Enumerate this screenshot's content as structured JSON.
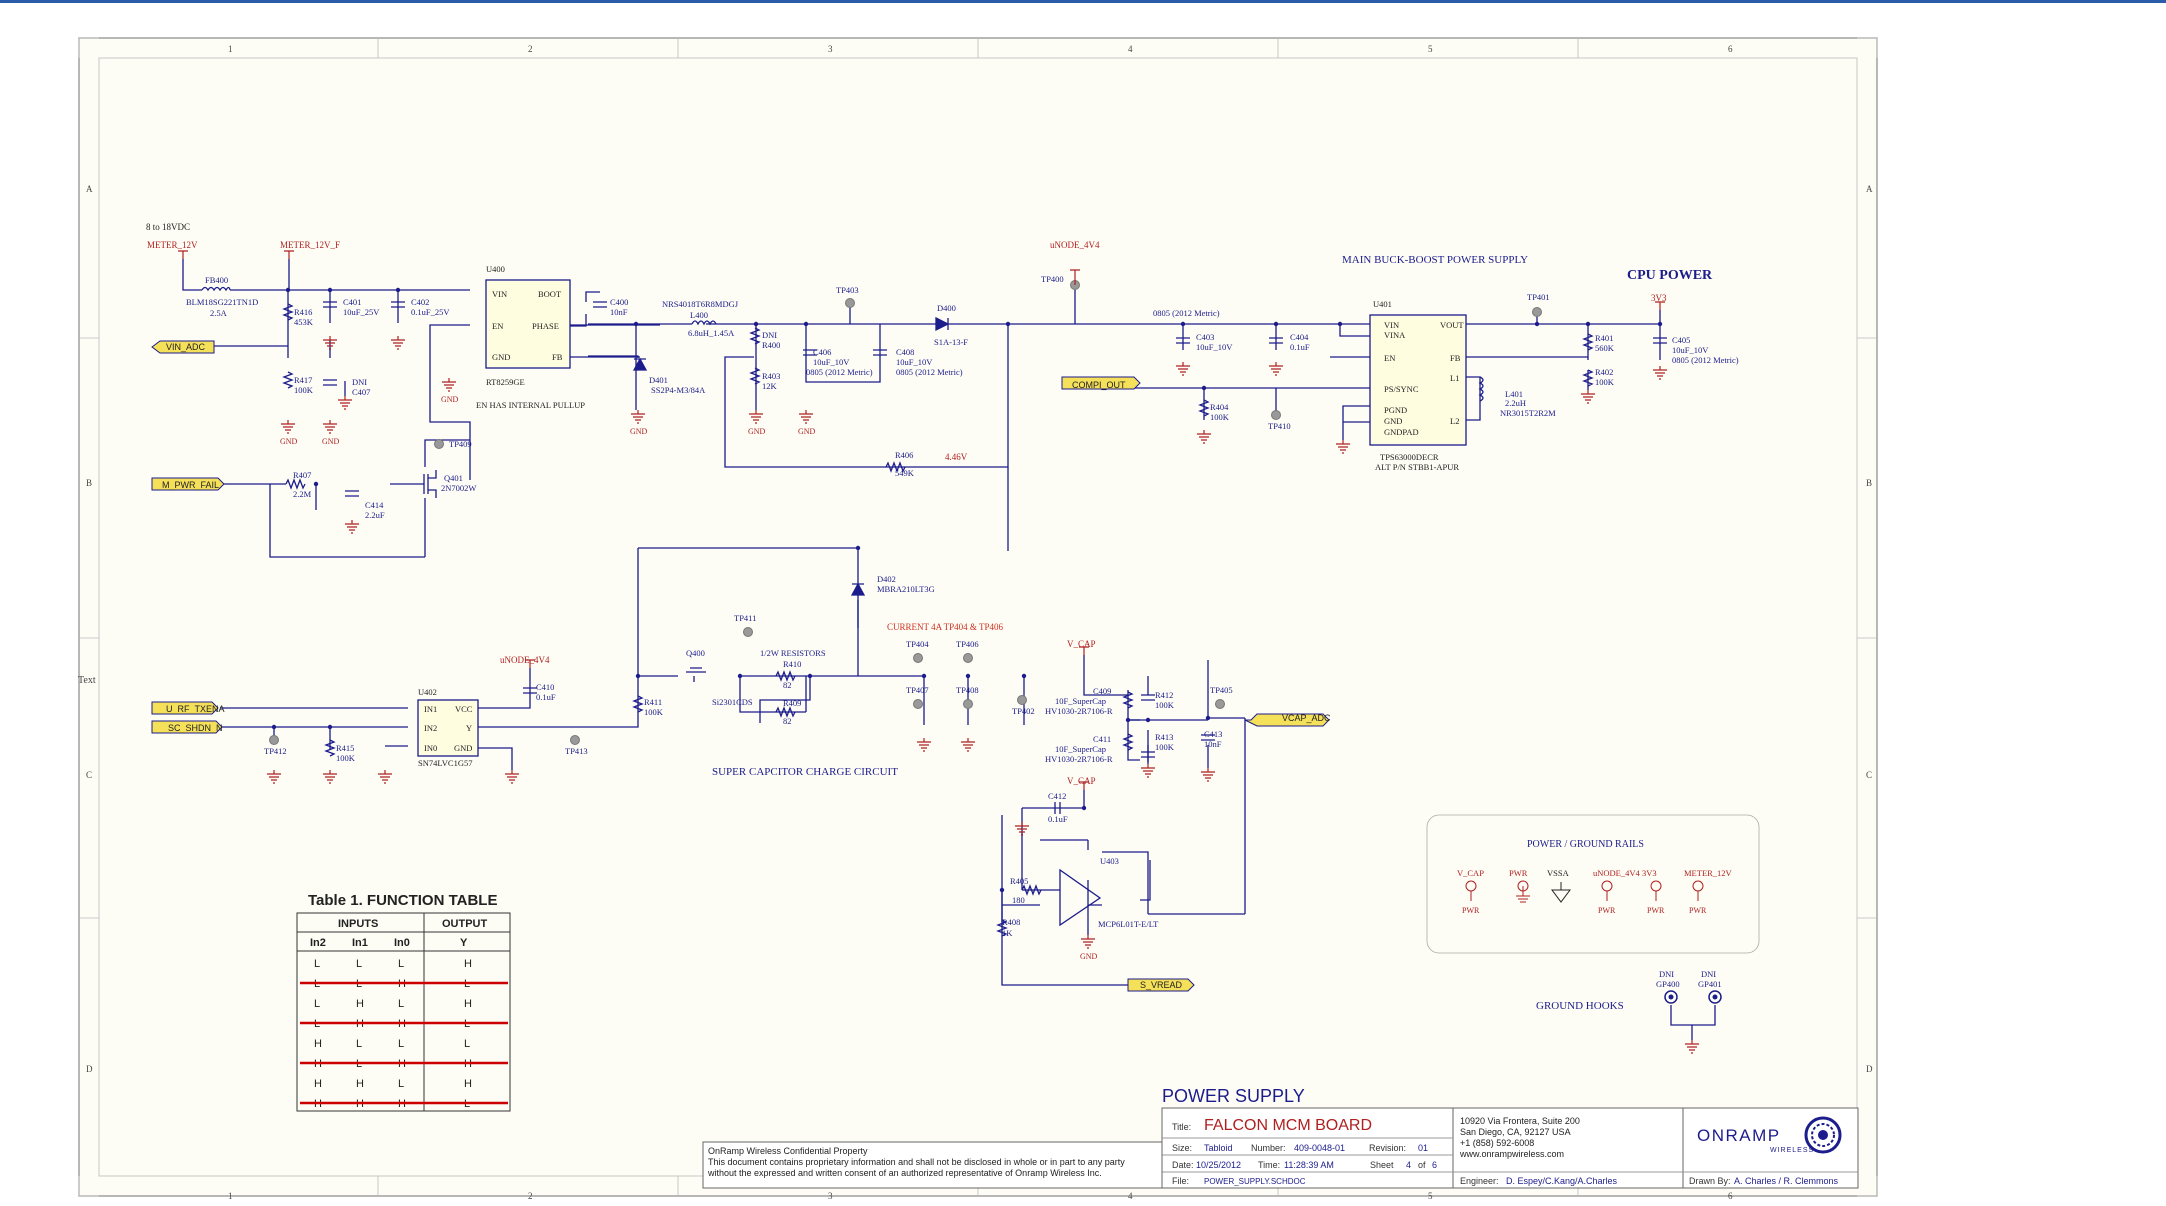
{
  "border": {
    "cols": [
      "1",
      "2",
      "3",
      "4",
      "5",
      "6"
    ],
    "rows": [
      "A",
      "B",
      "C",
      "D"
    ],
    "side_note": "Text"
  },
  "nets": {
    "meter_12v": "METER_12V",
    "meter_12v_f": "METER_12V_F",
    "vin_range": "8 to 18VDC",
    "vin_adc": "VIN_ADC",
    "m_pwr_fail": "M_PWR_FAIL",
    "unode_4v4": "uNODE_4V4",
    "compi_out": "COMPI_OUT",
    "u_rf_txena": "U_RF_TXENA",
    "sc_shdn_n": "SC_SHDN_N",
    "v_cap": "V_CAP",
    "vcap_adc": "VCAP_ADC",
    "s_vread": "S_VREAD",
    "v_3v3": "3V3",
    "gnd": "GND",
    "v446": "4.46V"
  },
  "labels": {
    "main_buck_boost": "MAIN BUCK-BOOST POWER SUPPLY",
    "cpu_power": "CPU POWER",
    "en_note": "EN HAS INTERNAL PULLUP",
    "super_cap": "SUPER CAPCITOR CHARGE CIRCUIT",
    "current_note": "CURRENT 4A TP404 & TP406",
    "half_w": "1/2W RESISTORS",
    "ground_hooks": "GROUND HOOKS",
    "rails_title": "POWER / GROUND RAILS",
    "alt_pn": "ALT P/N STBB1-APUR"
  },
  "components": {
    "fb400": [
      "FB400",
      "BLM18SG221TN1D",
      "2.5A"
    ],
    "r416": [
      "R416",
      "453K"
    ],
    "r417": [
      "R417",
      "100K"
    ],
    "c401": [
      "C401",
      "10uF_25V"
    ],
    "c402": [
      "C402",
      "0.1uF_25V"
    ],
    "c407": [
      "DNI",
      "C407"
    ],
    "u400": [
      "U400",
      "RT8259GE"
    ],
    "u400_pins": [
      "VIN",
      "EN",
      "GND",
      "BOOT",
      "PHASE",
      "FB"
    ],
    "c400": [
      "C400",
      "10nF"
    ],
    "l400": [
      "NRS4018T6R8MDGJ",
      "L400",
      "6.8uH_1.45A"
    ],
    "d401": [
      "D401",
      "SS2P4-M3/84A"
    ],
    "r400": [
      "DNI",
      "R400"
    ],
    "r403": [
      "R403",
      "12K"
    ],
    "c406": [
      "C406",
      "10uF_10V",
      "0805 (2012 Metric)"
    ],
    "c408": [
      "C408",
      "10uF_10V",
      "0805 (2012 Metric)"
    ],
    "d400": [
      "D400",
      "S1A-13-F"
    ],
    "c403": [
      "C403",
      "10uF_10V"
    ],
    "c404": [
      "C404",
      "0.1uF"
    ],
    "c403_pkg": "0805 (2012 Metric)",
    "u401": [
      "U401",
      "TPS63000DECR"
    ],
    "u401_pins": [
      "VIN",
      "VINA",
      "EN",
      "PS/SYNC",
      "PGND",
      "GND",
      "GNDPAD",
      "VOUT",
      "FB",
      "L1",
      "L2"
    ],
    "r401": [
      "R401",
      "560K"
    ],
    "r402": [
      "R402",
      "100K"
    ],
    "c405": [
      "C405",
      "10uF_10V",
      "0805 (2012 Metric)"
    ],
    "l401": [
      "L401",
      "2.2uH",
      "NR3015T2R2M"
    ],
    "r404": [
      "R404",
      "100K"
    ],
    "r407": [
      "R407",
      "2.2M"
    ],
    "c414": [
      "C414",
      "2.2uF"
    ],
    "q401": [
      "Q401",
      "2N7002W"
    ],
    "r406": [
      "R406",
      "549K"
    ],
    "d402": [
      "D402",
      "MBRA210LT3G"
    ],
    "q400": [
      "Q400",
      "Si2301CDS"
    ],
    "r410": [
      "R410",
      "82"
    ],
    "r409": [
      "R409",
      "82"
    ],
    "r411": [
      "R411",
      "100K"
    ],
    "u402": [
      "U402",
      "SN74LVC1G57"
    ],
    "u402_pins": [
      "IN1",
      "IN2",
      "IN0",
      "VCC",
      "Y",
      "GND"
    ],
    "c410": [
      "C410",
      "0.1uF"
    ],
    "r415": [
      "R415",
      "100K"
    ],
    "c409": [
      "C409",
      "10F_SuperCap",
      "HV1030-2R7106-R"
    ],
    "c411": [
      "C411",
      "10F_SuperCap",
      "HV1030-2R7106-R"
    ],
    "r412": [
      "R412",
      "100K"
    ],
    "r413": [
      "R413",
      "100K"
    ],
    "c413": [
      "C413",
      "10nF"
    ],
    "c412": [
      "C412",
      "0.1uF"
    ],
    "r405": [
      "R405",
      "180"
    ],
    "r408": [
      "R408",
      "1K"
    ],
    "u403": [
      "U403",
      "MCP6L01T-E/LT"
    ],
    "dni_gp": [
      "DNI",
      "GP400",
      "DNI",
      "GP401"
    ]
  },
  "testpoints": [
    "TP400",
    "TP401",
    "TP402",
    "TP403",
    "TP404",
    "TP405",
    "TP406",
    "TP407",
    "TP408",
    "TP409",
    "TP410",
    "TP411",
    "TP412",
    "TP413"
  ],
  "rails": {
    "names": [
      "V_CAP",
      "PWR",
      "VSSA",
      "uNODE_4V4",
      "3V3",
      "METER_12V"
    ],
    "sub": "PWR"
  },
  "function_table": {
    "title": "Table 1. FUNCTION TABLE",
    "group_inputs": "INPUTS",
    "group_output": "OUTPUT",
    "headers": [
      "In2",
      "In1",
      "In0",
      "Y"
    ],
    "rows": [
      {
        "cells": [
          "L",
          "L",
          "L",
          "H"
        ],
        "struck": false
      },
      {
        "cells": [
          "L",
          "L",
          "H",
          "L"
        ],
        "struck": true
      },
      {
        "cells": [
          "L",
          "H",
          "L",
          "H"
        ],
        "struck": false
      },
      {
        "cells": [
          "L",
          "H",
          "H",
          "L"
        ],
        "struck": true
      },
      {
        "cells": [
          "H",
          "L",
          "L",
          "L"
        ],
        "struck": false
      },
      {
        "cells": [
          "H",
          "L",
          "H",
          "H"
        ],
        "struck": true
      },
      {
        "cells": [
          "H",
          "H",
          "L",
          "H"
        ],
        "struck": false
      },
      {
        "cells": [
          "H",
          "H",
          "H",
          "L"
        ],
        "struck": true
      }
    ]
  },
  "title_block": {
    "sheet_name": "POWER SUPPLY",
    "title_label": "Title:",
    "title": "FALCON MCM BOARD",
    "size_label": "Size:",
    "size": "Tabloid",
    "number_label": "Number:",
    "number": "409-0048-01",
    "revision_label": "Revision:",
    "revision": "01",
    "date_label": "Date:",
    "date": "10/25/2012",
    "time_label": "Time:",
    "time": "11:28:39 AM",
    "sheet_label": "Sheet",
    "sheet": "4",
    "of_label": "of",
    "sheets": "6",
    "file_label": "File:",
    "file": "POWER_SUPPLY.SCHDOC",
    "engineer_label": "Engineer:",
    "engineer": "D. Espey/C.Kang/A.Charles",
    "drawn_label": "Drawn By:",
    "drawn": "A. Charles / R. Clemmons",
    "address": [
      "10920 Via Frontera, Suite 200",
      "San Diego, CA, 92127 USA",
      "+1 (858) 592-6008",
      "www.onrampwireless.com"
    ],
    "logo": "ONRAMP",
    "logo_sub": "WIRELESS",
    "confidential_title": "OnRamp Wireless Confidential Property",
    "confidential_body": [
      "This document contains proprietary information and shall not be disclosed in whole or in part to any party",
      "without the expressed and written consent of an authorized representative of Onramp Wireless Inc."
    ]
  },
  "colors": {
    "wire": "#1c1c8c",
    "net_red": "#b02020",
    "label_fill": "#f5e05a",
    "sheet_bg": "#fdfdf5",
    "title_red": "#b02020",
    "blue_text": "#1c1c8c",
    "strike": "#cc0000"
  }
}
